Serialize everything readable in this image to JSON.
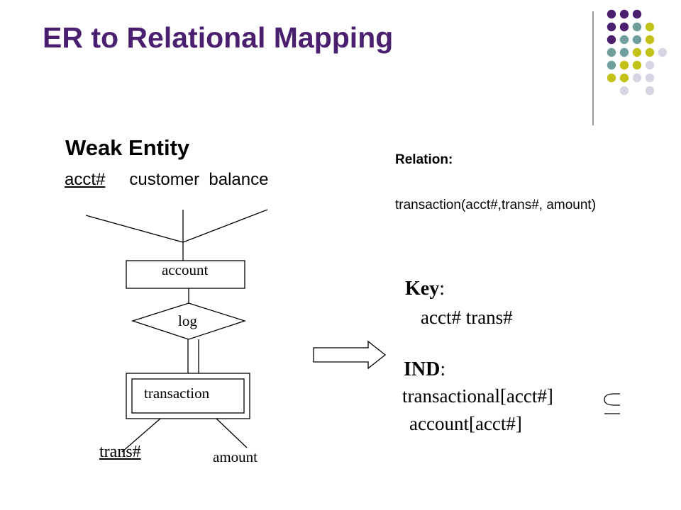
{
  "slide": {
    "title": "ER to Relational Mapping",
    "subtitle": "Weak Entity",
    "attributes": {
      "key": "acct#",
      "others": "customer  balance"
    }
  },
  "er_diagram": {
    "entity": "account",
    "relationship": "log",
    "weak_entity": "transaction",
    "partial_key": "trans#",
    "attribute": "amount"
  },
  "mapping": {
    "relation_label": "Relation:",
    "relation": "transaction(acct#,trans#, amount)",
    "key_label": "Key",
    "key_colon": ":",
    "key_value": "acct# trans#",
    "ind_label": "IND",
    "ind_colon": ":",
    "ind_line1": "transactional[acct#]",
    "ind_line2": "account[acct#]"
  },
  "decoration": {
    "colors": {
      "purple": "#4b1f6f",
      "teal": "#6f9f9c",
      "olive": "#c2c218",
      "lavender": "#d5d5e6"
    },
    "icons": [
      "arrow-right-icon",
      "subset-eq-icon"
    ]
  }
}
